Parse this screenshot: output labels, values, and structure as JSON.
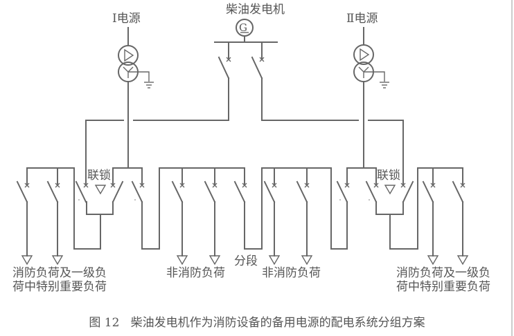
{
  "diagram": {
    "source_1_label": "Ⅰ电源",
    "source_2_label": "Ⅱ电源",
    "generator_label": "柴油发电机",
    "generator_symbol": "G",
    "interlock_label_left": "联锁",
    "interlock_label_right": "联锁",
    "section_label": "分段",
    "load_left": [
      "消防负荷及一级负",
      "荷中特别重要负荷"
    ],
    "load_nonfire_left": "非消防负荷",
    "load_nonfire_right": "非消防负荷",
    "load_right": [
      "消防负荷及一级负",
      "荷中特别重要负荷"
    ]
  },
  "caption": "图 12   柴油发电机作为消防设备的备用电源的配电系统分组方案"
}
